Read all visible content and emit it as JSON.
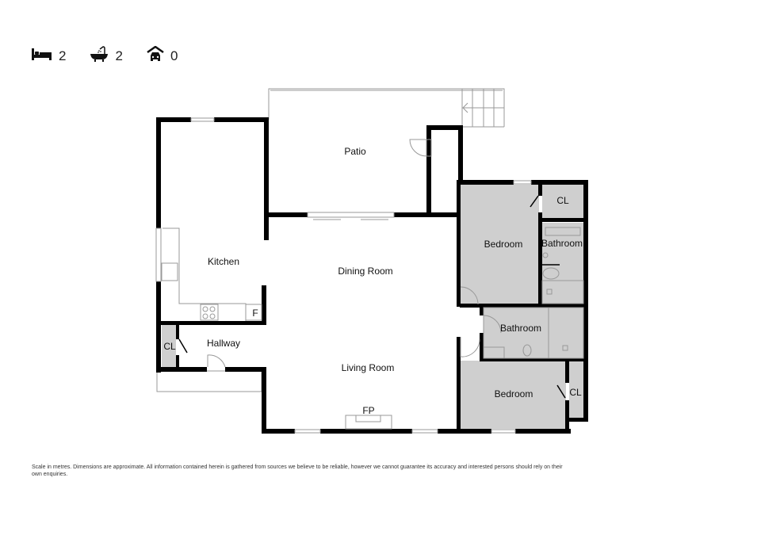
{
  "summary": {
    "bedrooms": {
      "icon": "bed-icon",
      "count": "2"
    },
    "bathrooms": {
      "icon": "bathtub-icon",
      "count": "2"
    },
    "garage": {
      "icon": "garage-car-icon",
      "count": "0"
    }
  },
  "rooms": {
    "patio": "Patio",
    "kitchen": "Kitchen",
    "dining": "Dining Room",
    "living": "Living Room",
    "hallway": "Hallway",
    "hall_closet": "CL",
    "fridge": "F",
    "fireplace": "FP",
    "bedroom1": "Bedroom",
    "bedroom1_closet": "CL",
    "bathroom1": "Bathroom",
    "bathroom2": "Bathroom",
    "bedroom2": "Bedroom",
    "bedroom2_closet": "CL"
  },
  "colors": {
    "wall": "#000000",
    "private_room_fill": "#cfcfcf",
    "outline": "#999999"
  },
  "disclaimer": "Scale in metres. Dimensions are approximate. All information contained herein is gathered from sources we believe to be reliable, however we cannot guarantee its accuracy and interested persons should rely on their own enquiries."
}
